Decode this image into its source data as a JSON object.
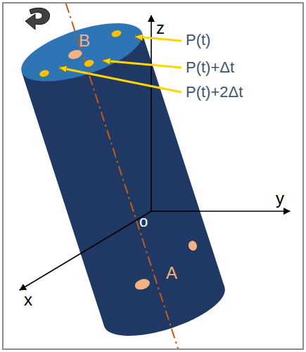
{
  "diagram": {
    "labels": [
      "z",
      "y",
      "x",
      "o",
      "A",
      "B",
      "P(t)",
      "P(t)+Δt",
      "P(t)+2Δt"
    ]
  }
}
